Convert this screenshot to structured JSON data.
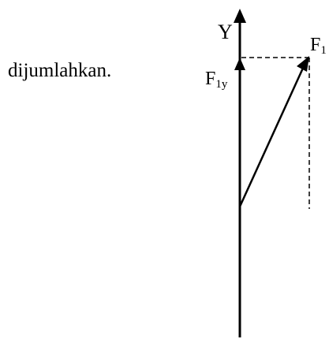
{
  "text": {
    "word": "dijumlahkan."
  },
  "labels": {
    "y_axis": "Y",
    "f1": "F",
    "f1_sub": "1",
    "f1y": "F",
    "f1y_sub": "1y"
  }
}
